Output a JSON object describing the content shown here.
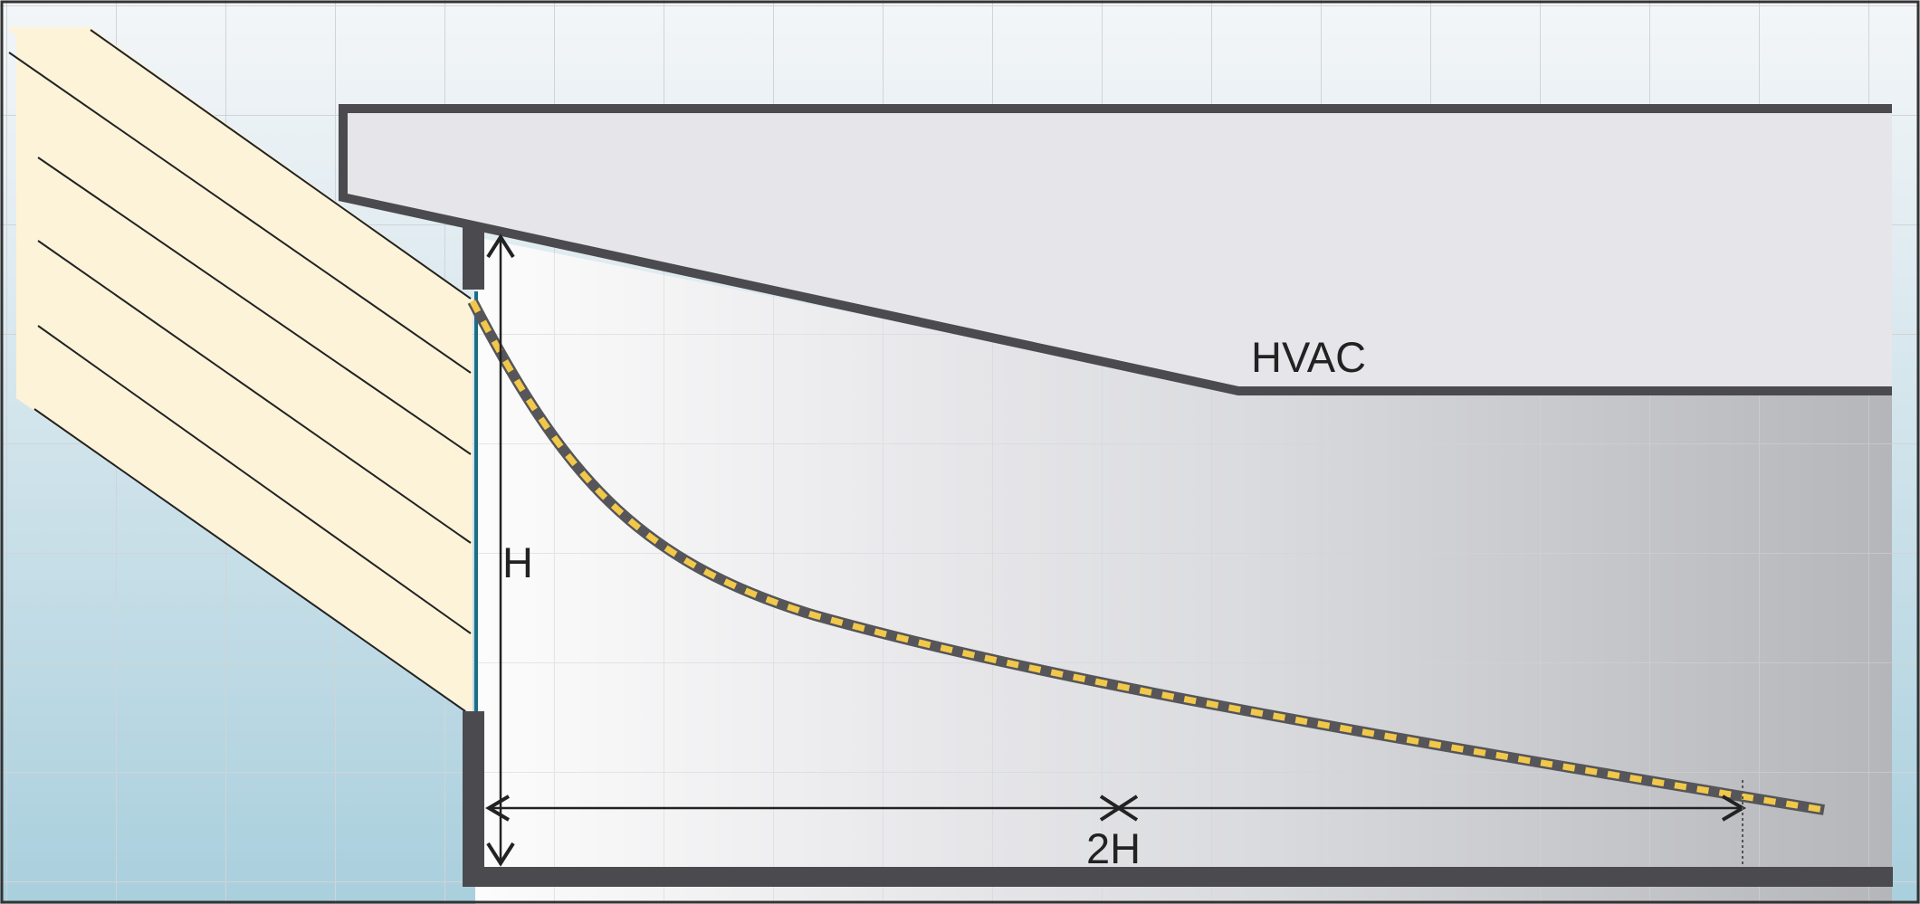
{
  "labels": {
    "hvac": "HVAC",
    "height": "H",
    "distance": "2H"
  },
  "colors": {
    "sky_top": "#f4f6f8",
    "sky_bottom": "#a9cfdd",
    "grid": "#d2d6d9",
    "ceiling_fill": "#e6e5e9",
    "structure": "#4b4a4f",
    "room_light": "#fbfbfb",
    "room_dark": "#b8b9bc",
    "shade_fill": "#fdf3d9",
    "glass": "#1a6f86",
    "daylight_dash": "#f1c84a",
    "daylight_base": "#55555a"
  },
  "icons": {
    "vertical_dimension": "double-arrow-vertical-icon",
    "horizontal_dimension": "double-arrow-horizontal-icon"
  }
}
